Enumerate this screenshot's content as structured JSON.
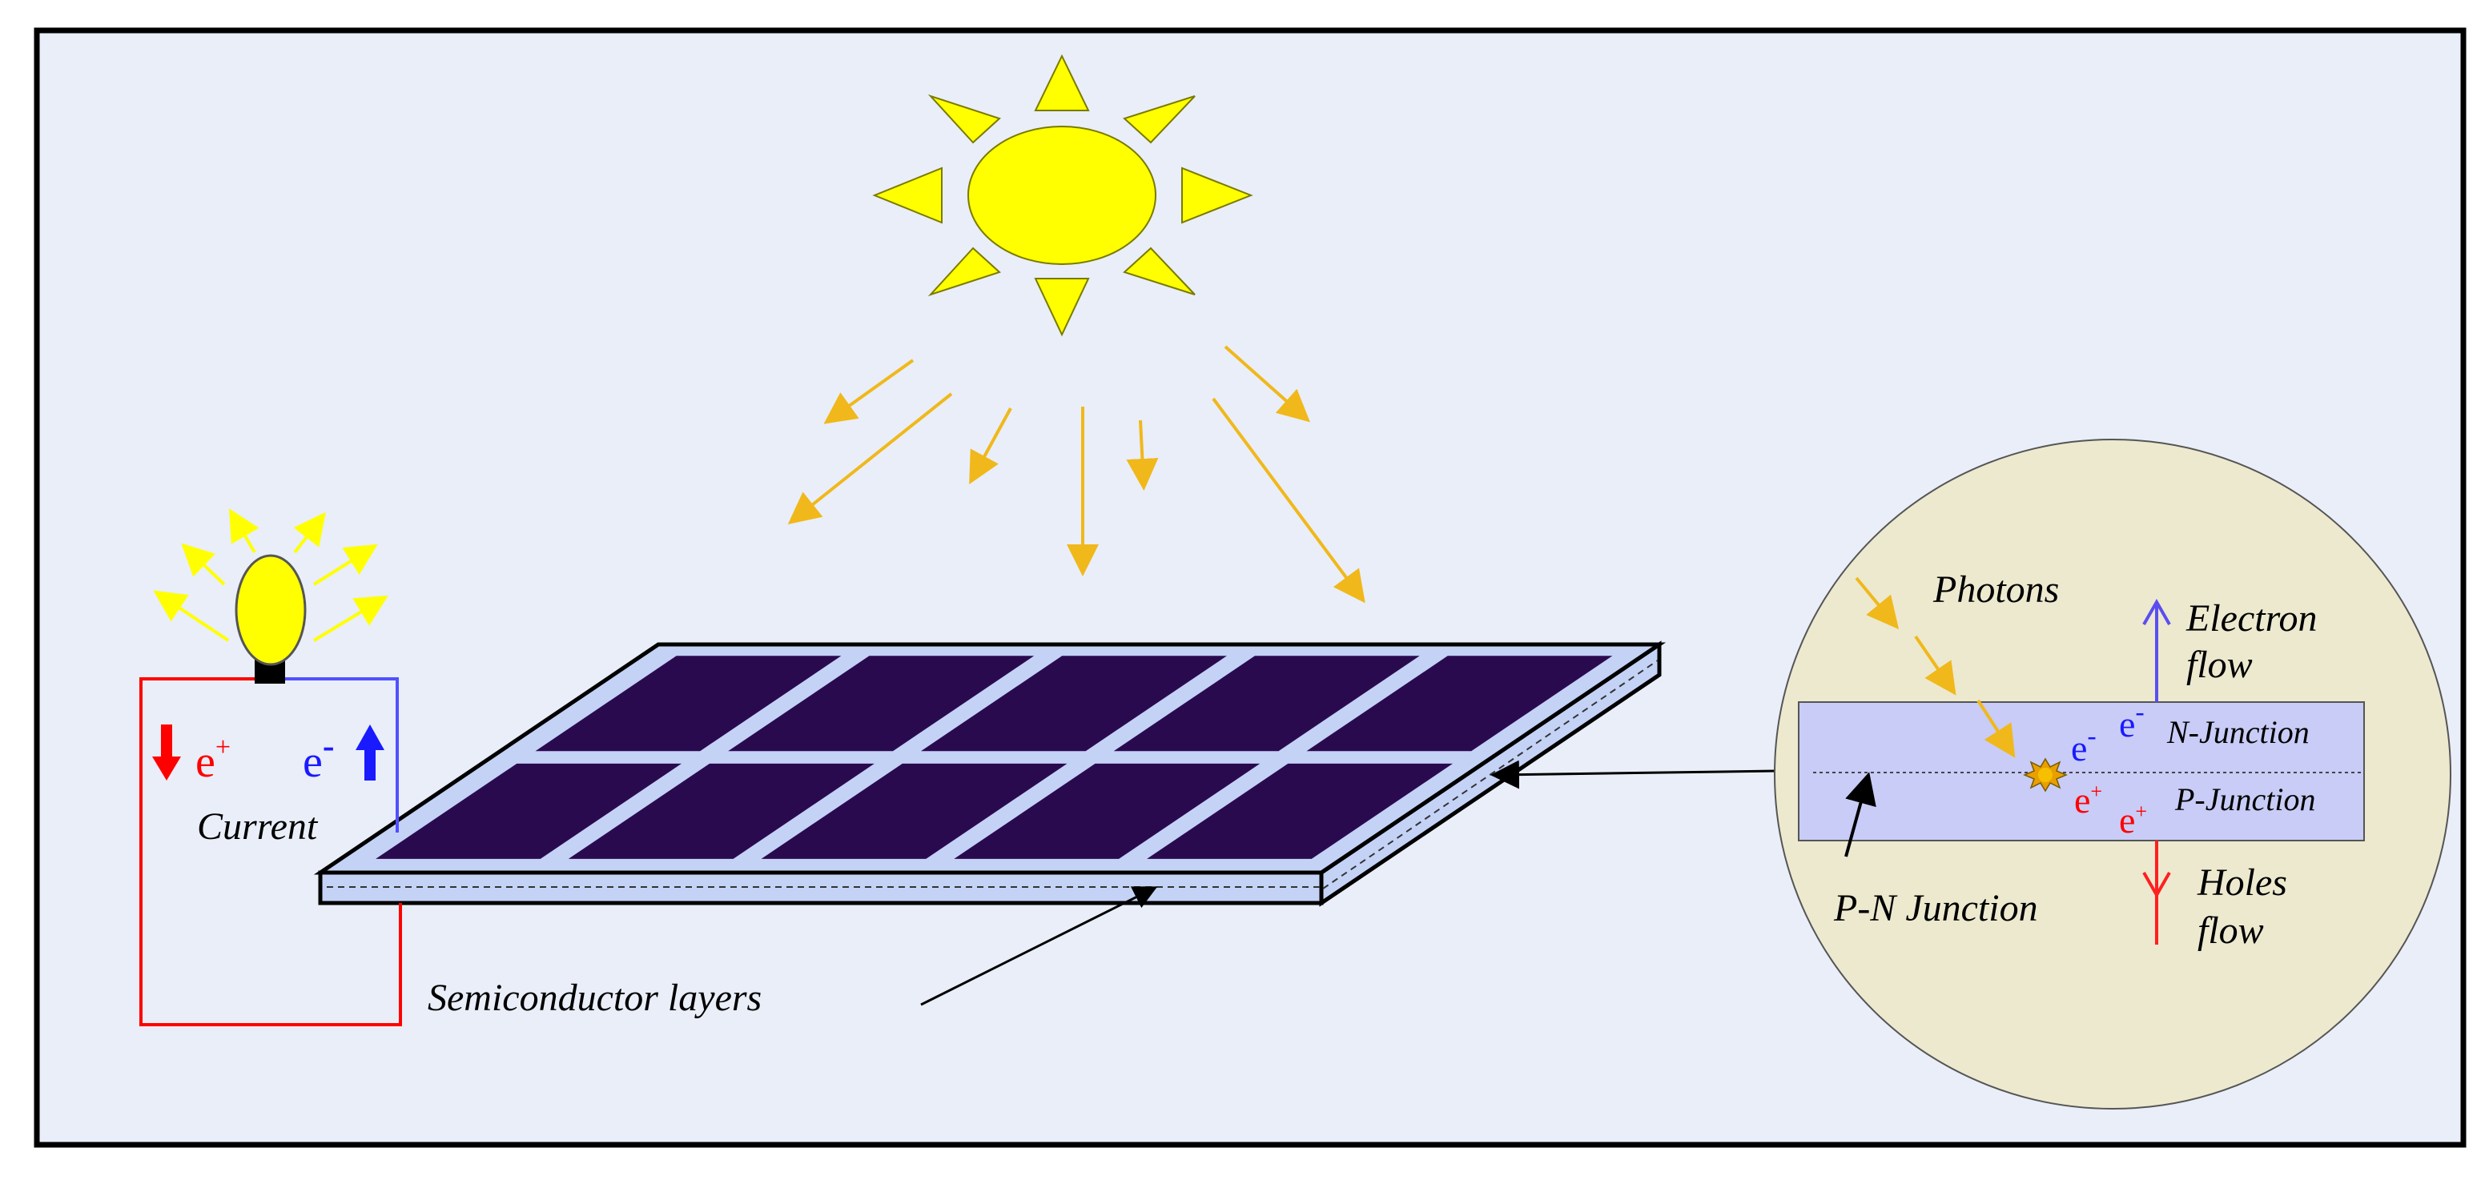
{
  "labels": {
    "current": "Current",
    "semiconductor": "Semiconductor layers",
    "photons": "Photons",
    "electron_flow_1": "Electron",
    "electron_flow_2": "flow",
    "n_junction": "N-Junction",
    "p_junction": "P-Junction",
    "pn_junction": "P-N Junction",
    "holes_flow_1": "Holes",
    "holes_flow_2": "flow"
  },
  "charges": {
    "hole_symbol": "e",
    "hole_sup": "+",
    "electron_symbol": "e",
    "electron_sup": "-"
  },
  "colors": {
    "background": "#e9eef8",
    "frame": "#000000",
    "sun": "#ffff00",
    "sun_rays": "#ffe000",
    "light_arrows": "#f0b81a",
    "bulb_rays": "#ffff00",
    "panel_frame": "#c4d2f6",
    "panel_cells": "#2a0a4f",
    "circuit_positive": "#ff0000",
    "circuit_negative": "#5050ff",
    "zoom_circle": "#ece9cf",
    "junction_layer": "#c8ccf6",
    "electron": "#1a1aff",
    "hole": "#ff0000",
    "electron_flow_arrow": "#5a4ef0",
    "holes_flow_arrow": "#ff2020"
  }
}
